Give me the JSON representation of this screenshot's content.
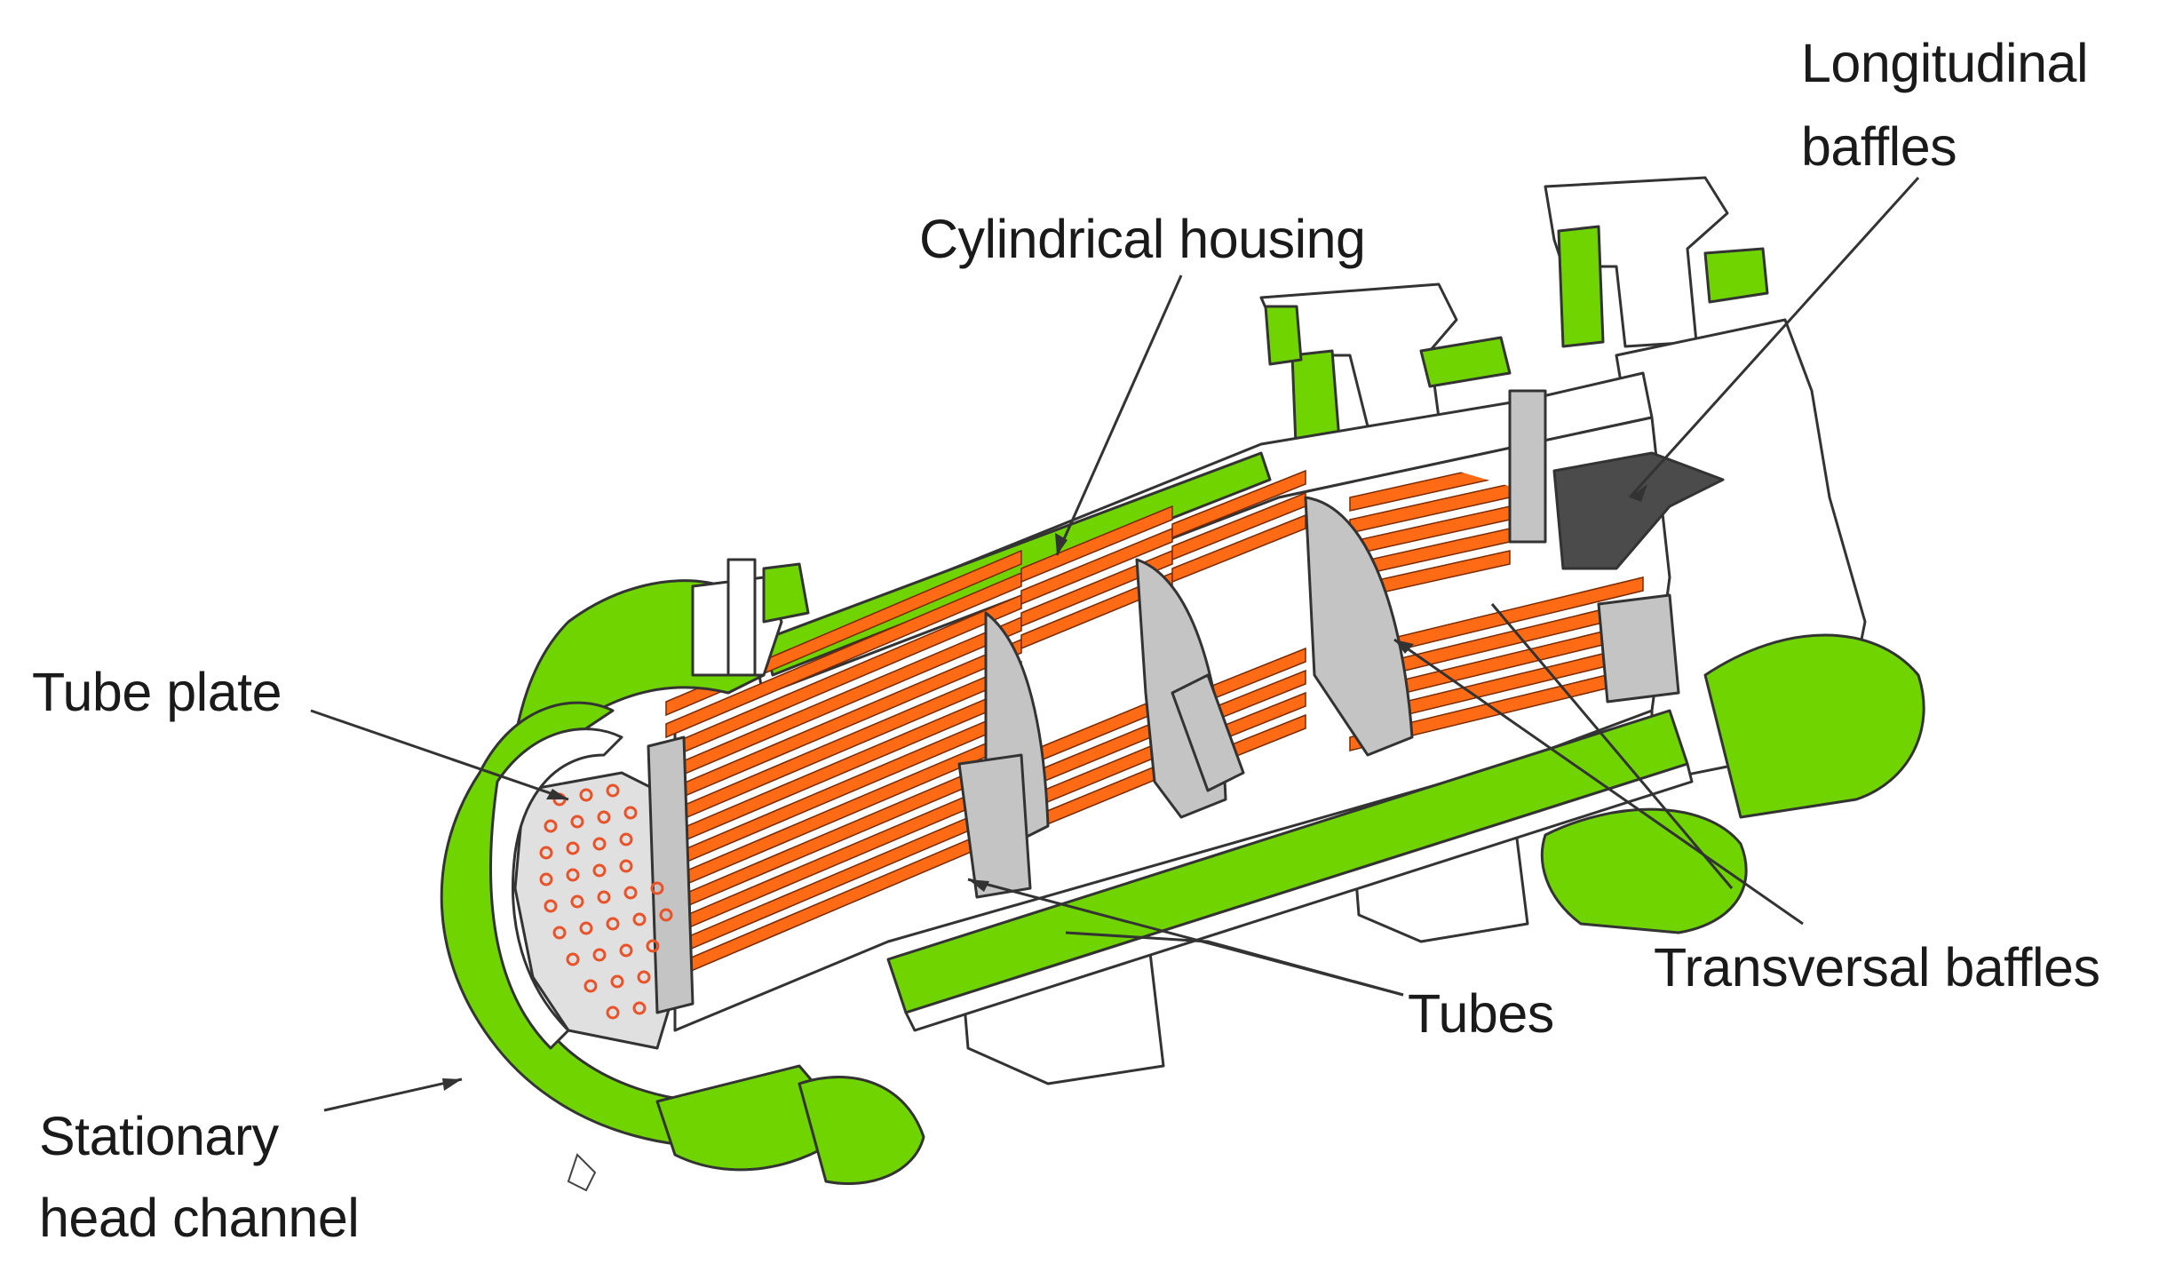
{
  "labels": {
    "longitudinal_line1": "Longitudinal",
    "longitudinal_line2": "baffles",
    "cylindrical_housing": "Cylindrical housing",
    "tube_plate": "Tube plate",
    "transversal_baffles": "Transversal baffles",
    "tubes": "Tubes",
    "stationary_line1": "Stationary",
    "stationary_line2": "head channel"
  },
  "colors": {
    "shell_green": "#6fd400",
    "tube_orange": "#ff6a14",
    "baffle_gray": "#c4c4c4",
    "long_baffle_dark": "#4b4b4b",
    "tube_hole": "#e8532a",
    "outline": "#333333"
  }
}
